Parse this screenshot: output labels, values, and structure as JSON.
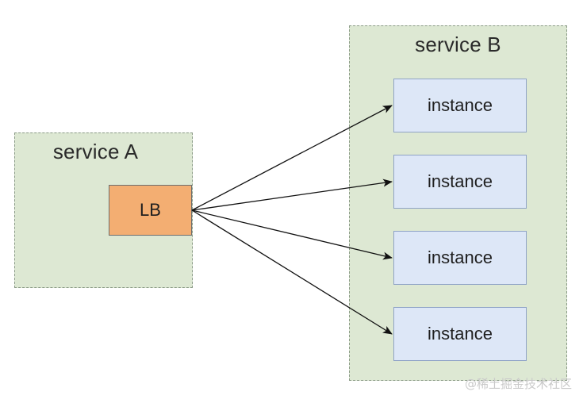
{
  "service_a": {
    "title": "service A",
    "lb_label": "LB"
  },
  "service_b": {
    "title": "service B",
    "instances": [
      "instance",
      "instance",
      "instance",
      "instance"
    ]
  },
  "colors": {
    "group_fill": "#dde8d3",
    "lb_fill": "#f3ae72",
    "instance_fill": "#dde7f7",
    "arrow": "#111111"
  },
  "watermark": "@稀土掘金技术社区"
}
